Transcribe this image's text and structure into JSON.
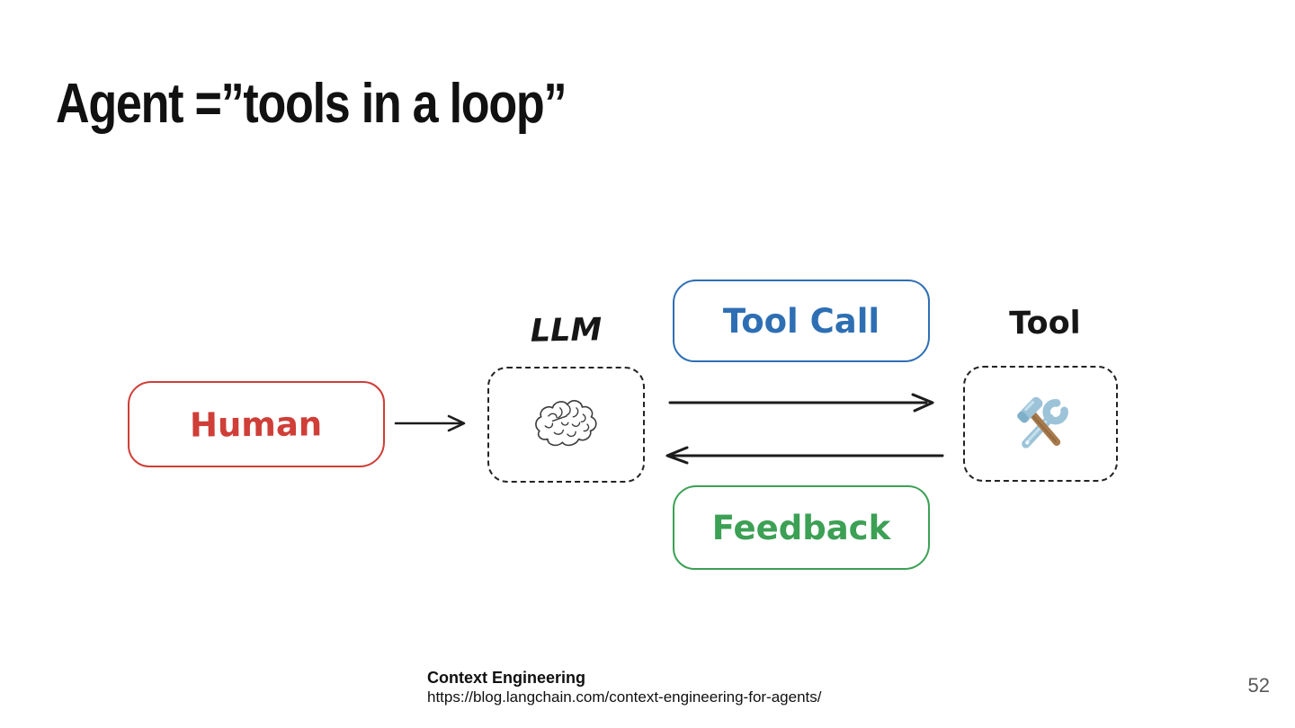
{
  "slide": {
    "title": "Agent =”tools in a loop”",
    "page_number": "52",
    "footer_title": "Context Engineering",
    "footer_url": "https://blog.langchain.com/context-engineering-for-agents/"
  },
  "diagram": {
    "human_label": "Human",
    "llm_label": "LLM",
    "tool_call_label": "Tool Call",
    "tool_label": "Tool",
    "feedback_label": "Feedback",
    "icons": {
      "llm": "brain-sketch-icon",
      "tool": "hammer-wrench-icon"
    },
    "colors": {
      "human": "#cf3e37",
      "tool_call": "#2e6fb4",
      "feedback": "#3ca055",
      "ink": "#1c1c1c",
      "page_number": "#585858"
    }
  }
}
